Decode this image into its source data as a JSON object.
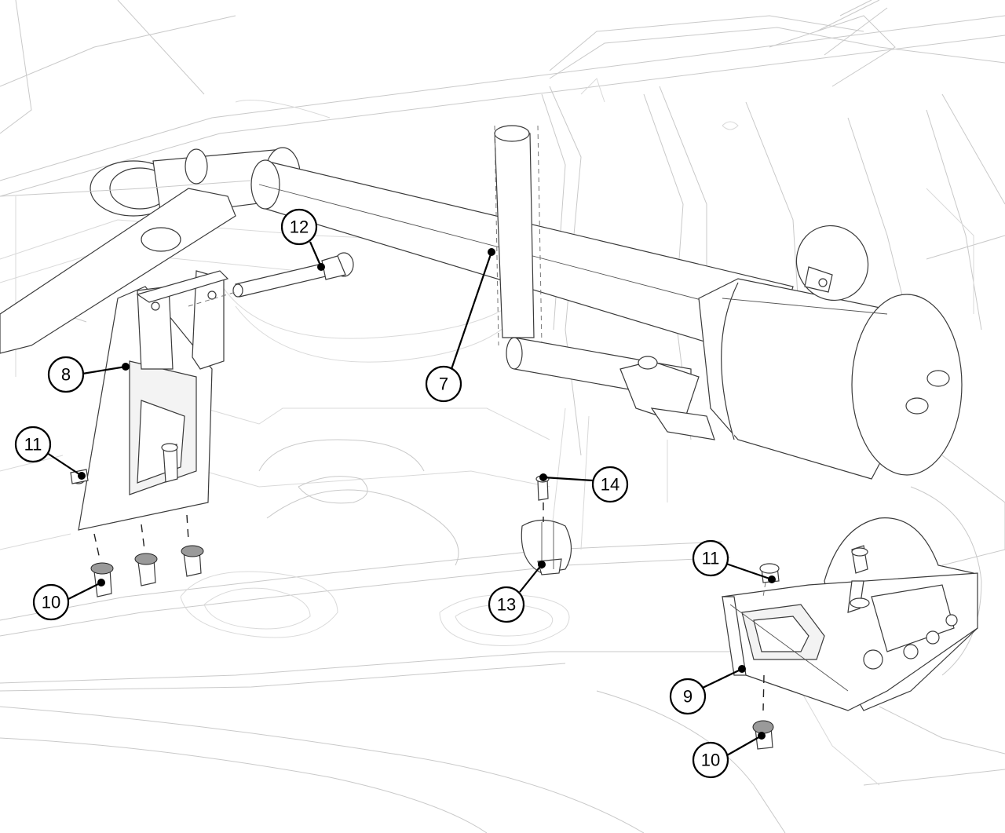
{
  "callouts": {
    "c7": "7",
    "c8": "8",
    "c9": "9",
    "c10_left": "10",
    "c10_right": "10",
    "c11_left": "11",
    "c11_right": "11",
    "c12": "12",
    "c13": "13",
    "c14": "14"
  }
}
